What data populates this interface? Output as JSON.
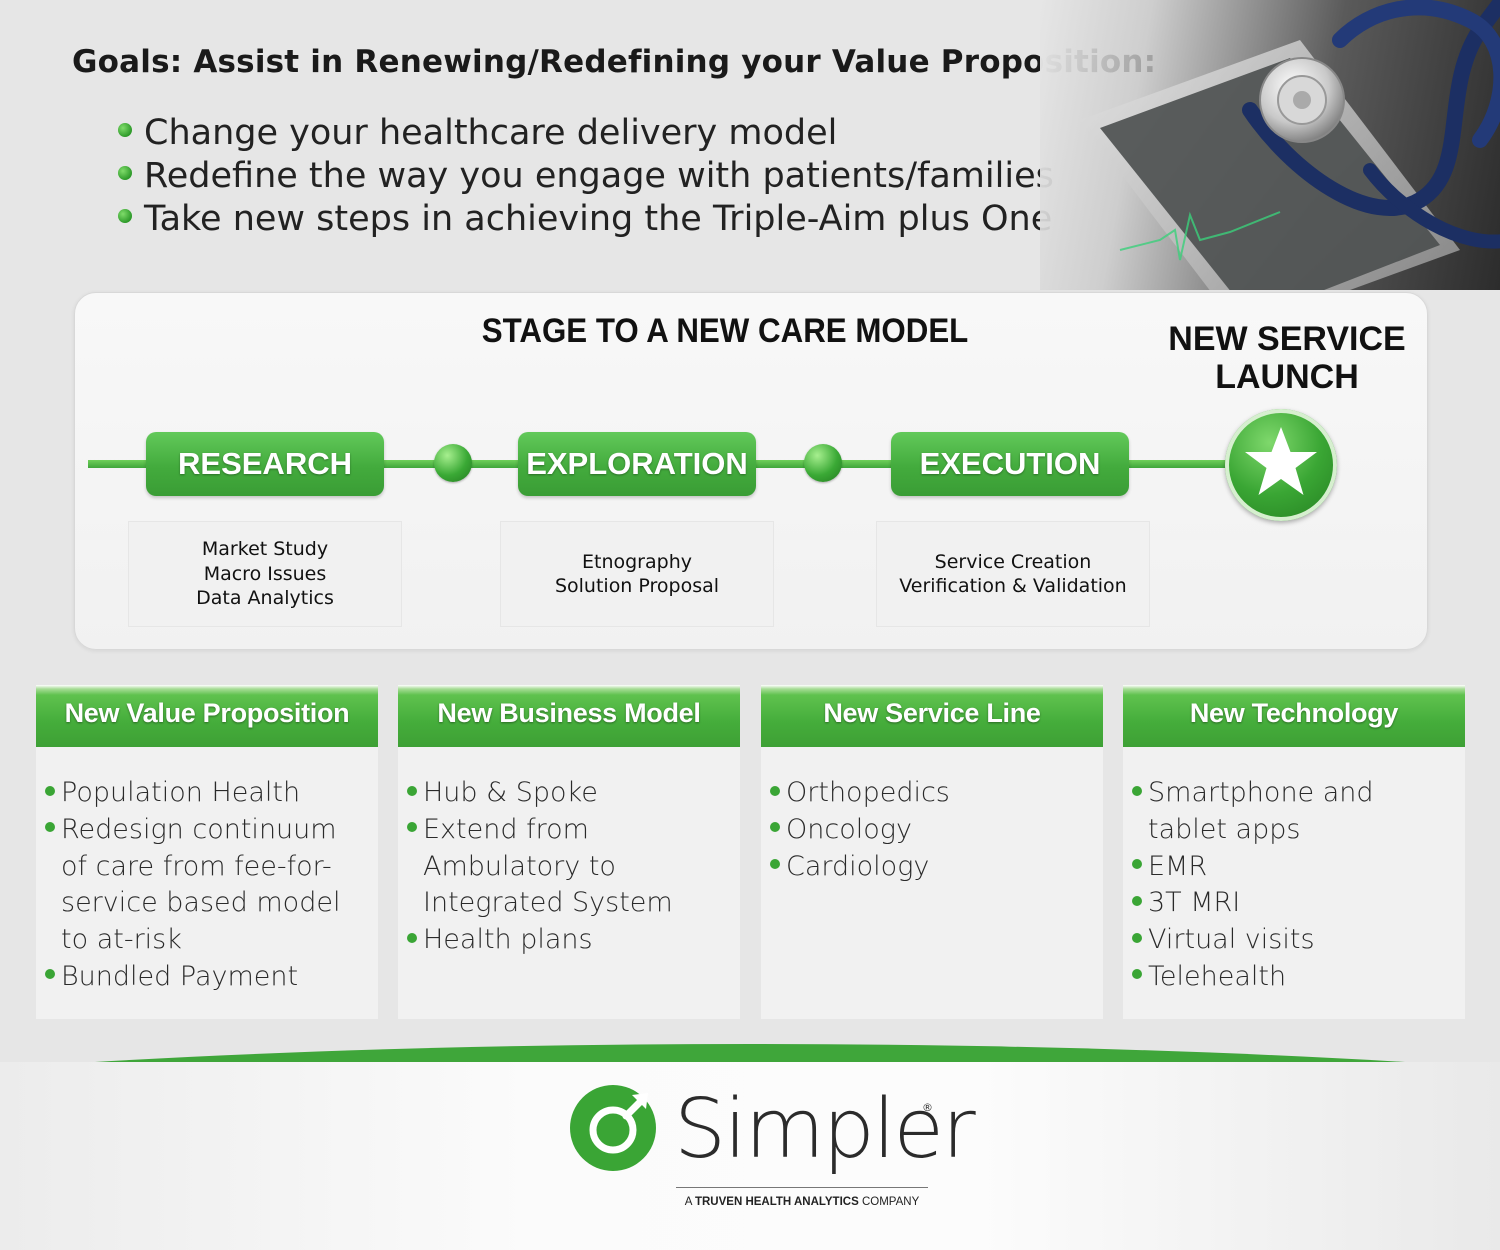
{
  "header": {
    "goals_title": "Goals: Assist in Renewing/Redefining your Value Proposition:",
    "goals": [
      "Change your healthcare delivery model",
      "Redefine the way you engage with patients/families",
      "Take new steps in achieving the Triple-Aim plus One"
    ]
  },
  "stage": {
    "title": "STAGE TO A NEW CARE MODEL",
    "launch_line1": "NEW SERVICE",
    "launch_line2": "LAUNCH",
    "phases": [
      {
        "label": "RESEARCH",
        "details": [
          "Market Study",
          "Macro Issues",
          "Data Analytics"
        ]
      },
      {
        "label": "EXPLORATION",
        "details": [
          "Etnography",
          "Solution Proposal"
        ]
      },
      {
        "label": "EXECUTION",
        "details": [
          "Service Creation",
          "Verification & Validation"
        ]
      }
    ]
  },
  "cards": [
    {
      "title": "New Value Proposition",
      "items": [
        "Population Health",
        "Redesign continuum of care from fee-for-service based model to at-risk",
        "Bundled Payment"
      ]
    },
    {
      "title": "New Business Model",
      "items": [
        "Hub & Spoke",
        "Extend from Ambulatory to Integrated System",
        "Health plans"
      ]
    },
    {
      "title": "New Service Line",
      "items": [
        "Orthopedics",
        "Oncology",
        "Cardiology"
      ]
    },
    {
      "title": "New Technology",
      "items": [
        "Smartphone and tablet apps",
        "EMR",
        "3T MRI",
        "Virtual visits",
        "Telehealth"
      ]
    }
  ],
  "footer": {
    "brand": "Simpler",
    "registered": "®",
    "tagline_prefix": "A ",
    "tagline_bold": "TRUVEN HEALTH ANALYTICS",
    "tagline_suffix": " COMPANY"
  },
  "colors": {
    "accent_green": "#43ab3d",
    "text_dark": "#1a1a1a",
    "panel_bg": "#f1f1f1"
  },
  "icons": [
    "stethoscope-photo",
    "star-icon",
    "simpler-logo-icon"
  ]
}
